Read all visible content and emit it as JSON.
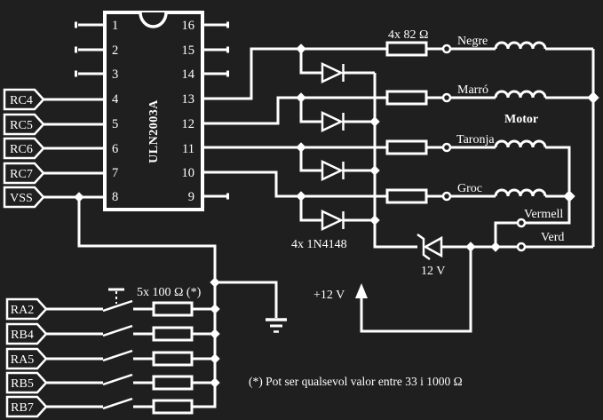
{
  "colors": {
    "background": "#1f1f1f",
    "line": "#ffffff"
  },
  "ic": {
    "part_number": "ULN2003A",
    "left_pins": [
      "1",
      "2",
      "3",
      "4",
      "5",
      "6",
      "7",
      "8"
    ],
    "right_pins": [
      "16",
      "15",
      "14",
      "13",
      "12",
      "11",
      "10",
      "9"
    ]
  },
  "mcu_outputs": [
    "RC4",
    "RC5",
    "RC6",
    "RC7",
    "VSS"
  ],
  "button_inputs": [
    "RA2",
    "RB4",
    "RA5",
    "RB5",
    "RB7"
  ],
  "labels": {
    "resistor_array": "4x 82 Ω",
    "diode_array": "4x 1N4148",
    "button_resistor_array": "5x 100 Ω (*)",
    "zener_voltage": "12 V",
    "supply_voltage": "+12 V",
    "motor": "Motor",
    "footnote": "(*) Pot ser qualsevol valor entre 33 i 1000 Ω"
  },
  "motor_wires": {
    "negre": "Negre",
    "marro": "Marró",
    "taronja": "Taronja",
    "groc": "Groc",
    "vermell": "Vermell",
    "verd": "Verd"
  }
}
